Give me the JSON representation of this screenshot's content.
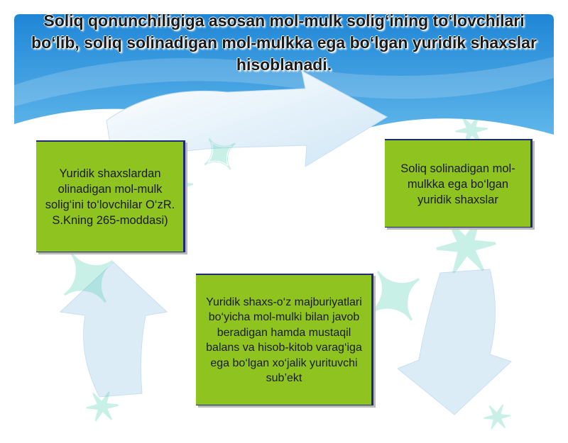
{
  "slide": {
    "title": "Soliq qonunchiligiga asosan mol-mulk solig‘ining to‘lovchilari bo‘lib, soliq solinadigan mol-mulkka ega bo‘lgan yuridik shaxslar hisoblanadi.",
    "box_left": "Yuridik shaxslardan olinadigan mol-mulk solig‘ini to‘lovchilar O‘zR. S.Kning 265-moddasi)",
    "box_right": "Soliq solinadigan mol-mulkka ega bo‘lgan yuridik shaxslar",
    "box_bottom": "Yuridik shaxs-o‘z majburiyatlari bo‘yicha mol-mulki bilan javob beradigan hamda mustaqil balans va hisob-kitob varag‘iga ega bo‘lgan xo‘jalik yurituvchi sub’ekt"
  },
  "colors": {
    "box_fill": "#8fc320",
    "box_border": "#1c2a78",
    "sky_blue": "#2a93dc",
    "arrow_fill": "#dceef9"
  },
  "watermark_icon": "star-logo-icon"
}
